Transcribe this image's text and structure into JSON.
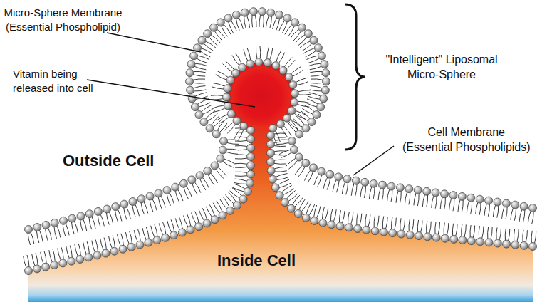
{
  "diagram": {
    "labels": [
      "Micro-Sphere Membrane (Essential Phospholipid)",
      "\"Intelligent\" Liposomal Micro-Sphere",
      "Vitamin being released into cell",
      "Cell Membrane (Essential Phospholipids)",
      "Outside Cell",
      "Inside Cell"
    ]
  }
}
